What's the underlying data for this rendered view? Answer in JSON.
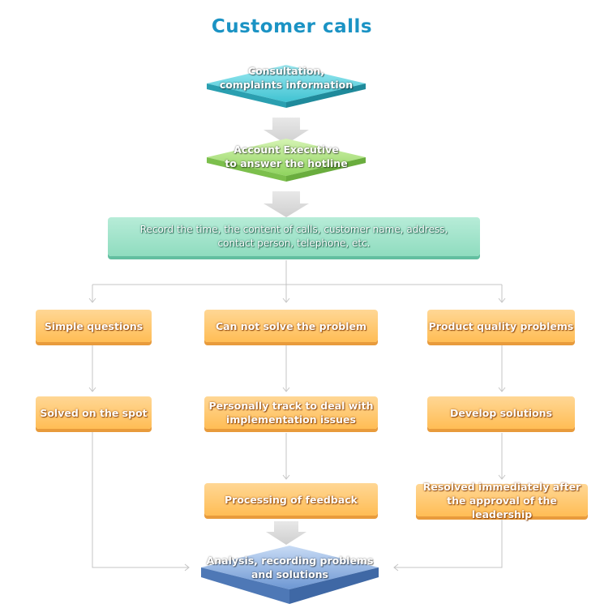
{
  "title": "Customer calls",
  "nodes": {
    "consultation": "Consultation,\ncomplaints information",
    "account_exec": "Account Executive\nto answer the hotline",
    "record": "Record the time, the content of calls, customer name, address,\ncontact person, telephone, etc.",
    "simple": "Simple questions",
    "cannot_solve": "Can not solve the problem",
    "product_quality": "Product quality problems",
    "solved_spot": "Solved on the spot",
    "personally_track": "Personally track to deal with\nimplementation issues",
    "develop": "Develop solutions",
    "feedback": "Processing of feedback",
    "resolved": "Resolved immediately after\nthe approval of the leadership",
    "analysis": "Analysis, recording problems\nand solutions"
  },
  "colors": {
    "title": "#1b93c4",
    "cyan_diamond": "#4ecfdc",
    "green_diamond": "#a3e07a",
    "mint_box": "#9fe2c8",
    "orange_box": "#ffc669",
    "blue_diamond": "#7aa4dc",
    "connector": "#c4c4c4",
    "big_arrow": "#d9d9d9"
  }
}
